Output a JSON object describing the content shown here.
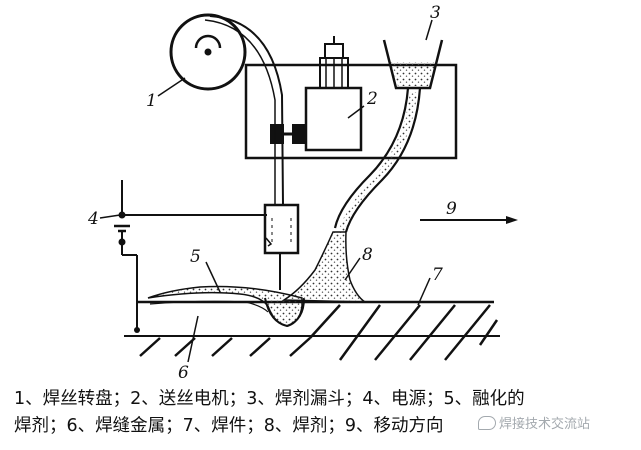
{
  "labels": {
    "n1": "1",
    "n2": "2",
    "n3": "3",
    "n4": "4",
    "n5": "5",
    "n6": "6",
    "n7": "7",
    "n8": "8",
    "n9": "9"
  },
  "caption": {
    "line1": "1、焊丝转盘；2、送丝电机；3、焊剂漏斗；4、电源；5、融化的",
    "line2": "焊剂；6、焊缝金属；7、焊件；8、焊剂；9、移动方向"
  },
  "watermark": {
    "text": "焊接技术交流站"
  }
}
